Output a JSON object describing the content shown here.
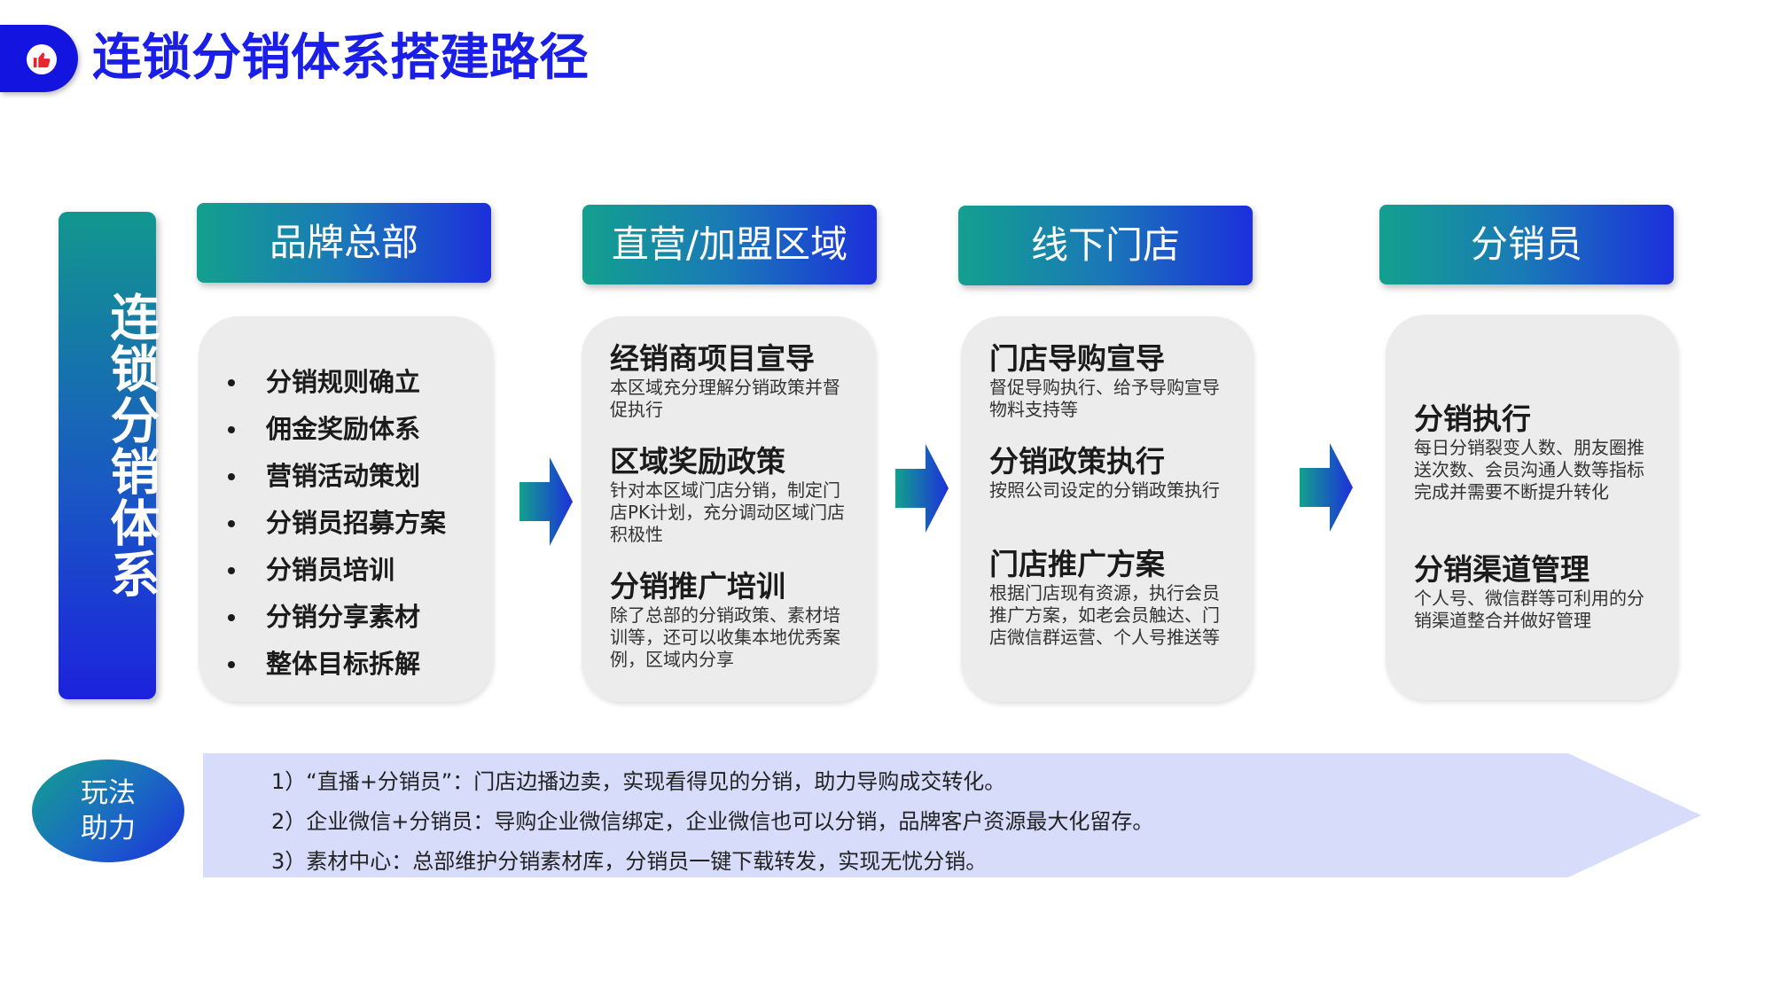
{
  "page": {
    "title": "连锁分销体系搭建路径",
    "accent_color": "#1a1ee6",
    "logo_icon": "thumbs-up-icon"
  },
  "side_label": "连锁分销体系",
  "columns": [
    {
      "header": "品牌总部",
      "bullets": [
        "分销规则确立",
        "佣金奖励体系",
        "营销活动策划",
        "分销员招募方案",
        "分销员培训",
        "分销分享素材",
        "整体目标拆解"
      ]
    },
    {
      "header": "直营/加盟区域",
      "sections": [
        {
          "title": "经销商项目宣导",
          "desc": "本区域充分理解分销政策并督促执行"
        },
        {
          "title": "区域奖励政策",
          "desc": "针对本区域门店分销，制定门店PK计划，充分调动区域门店积极性"
        },
        {
          "title": "分销推广培训",
          "desc": "除了总部的分销政策、素材培训等，还可以收集本地优秀案例，区域内分享"
        }
      ]
    },
    {
      "header": "线下门店",
      "sections": [
        {
          "title": "门店导购宣导",
          "desc": "督促导购执行、给予导购宣导物料支持等"
        },
        {
          "title": "分销政策执行",
          "desc": "按照公司设定的分销政策执行"
        },
        {
          "title": "门店推广方案",
          "desc": "根据门店现有资源，执行会员推广方案，如老会员触达、门店微信群运营、个人号推送等"
        }
      ]
    },
    {
      "header": "分销员",
      "sections": [
        {
          "title": "分销执行",
          "desc": "每日分销裂变人数、朋友圈推送次数、会员沟通人数等指标完成并需要不断提升转化"
        },
        {
          "title": "分销渠道管理",
          "desc": "个人号、微信群等可利用的分销渠道整合并做好管理"
        }
      ]
    }
  ],
  "bottom": {
    "label_line1": "玩法",
    "label_line2": "助力",
    "lines": [
      "1）“直播+分销员”：门店边播边卖，实现看得见的分销，助力导购成交转化。",
      "2）企业微信+分销员：导购企业微信绑定，企业微信也可以分销，品牌客户资源最大化留存。",
      "3）素材中心：总部维护分销素材库，分销员一键下载转发，实现无忧分销。"
    ]
  }
}
